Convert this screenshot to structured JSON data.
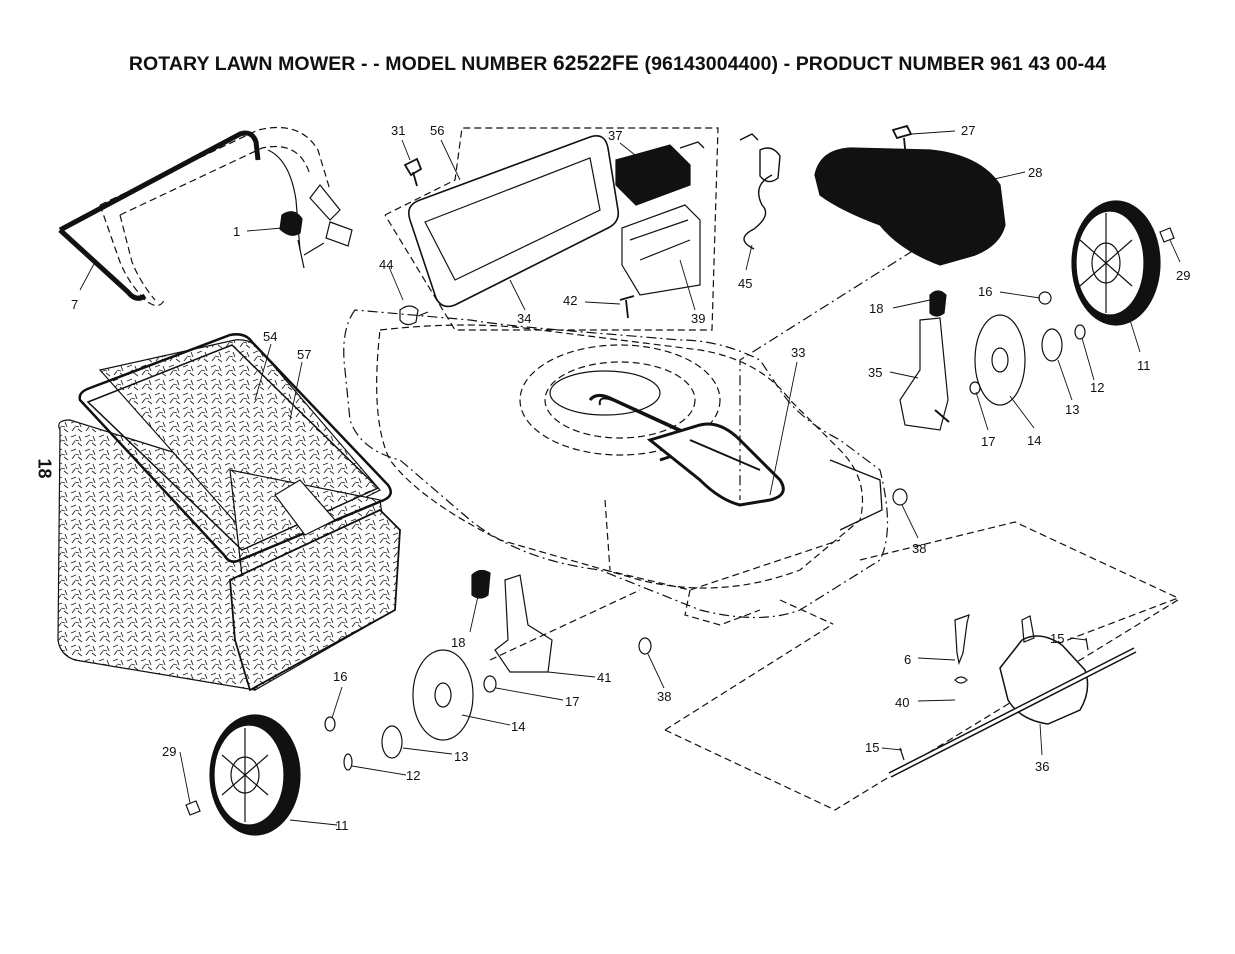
{
  "title": {
    "prefix": "ROTARY LAWN MOWER - - MODEL NUMBER",
    "model": "62522FE",
    "suffix": "(96143004400) - PRODUCT NUMBER 961 43 00-44"
  },
  "page_number": "18",
  "callouts": {
    "c1": "1",
    "c7": "7",
    "c31": "31",
    "c56": "56",
    "c37": "37",
    "c44": "44",
    "c42": "42",
    "c34": "34",
    "c39": "39",
    "c45": "45",
    "c27": "27",
    "c28": "28",
    "c29a": "29",
    "c16a": "16",
    "c18a": "18",
    "c11a": "11",
    "c12a": "12",
    "c35": "35",
    "c33": "33",
    "c13a": "13",
    "c17a": "17",
    "c14a": "14",
    "c38a": "38",
    "c54": "54",
    "c57": "57",
    "c18b": "18",
    "c41": "41",
    "c17b": "17",
    "c38b": "38",
    "c14b": "14",
    "c16b": "16",
    "c13b": "13",
    "c12b": "12",
    "c29b": "29",
    "c11b": "11",
    "c15a": "15",
    "c6": "6",
    "c40": "40",
    "c15b": "15",
    "c36": "36"
  }
}
